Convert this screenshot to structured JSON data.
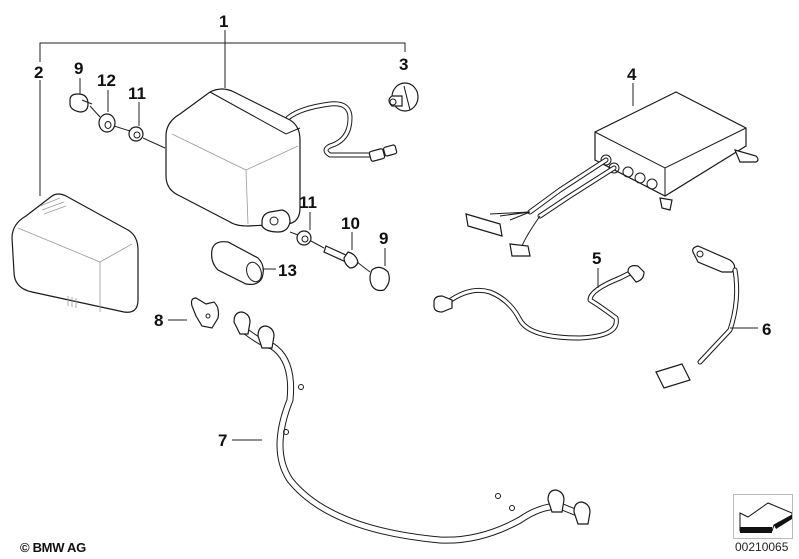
{
  "diagram": {
    "title": "Additional headlight parts diagram",
    "copyright": "© BMW AG",
    "diagram_id": "00210065",
    "nav_icon": "arrow-left-down-icon"
  },
  "callouts": [
    {
      "id": "1",
      "label": "1",
      "part": "headlight-assembly"
    },
    {
      "id": "2",
      "label": "2",
      "part": "lens-cover"
    },
    {
      "id": "3",
      "label": "3",
      "part": "bulb-socket"
    },
    {
      "id": "4",
      "label": "4",
      "part": "control-unit"
    },
    {
      "id": "5",
      "label": "5",
      "part": "cable-harness"
    },
    {
      "id": "6",
      "label": "6",
      "part": "sensor-cable"
    },
    {
      "id": "7",
      "label": "7",
      "part": "wiring-harness"
    },
    {
      "id": "8",
      "label": "8",
      "part": "bracket"
    },
    {
      "id": "9a",
      "label": "9",
      "part": "rubber-cap"
    },
    {
      "id": "12",
      "label": "12",
      "part": "grommet"
    },
    {
      "id": "11a",
      "label": "11",
      "part": "washer"
    },
    {
      "id": "11b",
      "label": "11",
      "part": "washer"
    },
    {
      "id": "10",
      "label": "10",
      "part": "bolt"
    },
    {
      "id": "9b",
      "label": "9",
      "part": "cap-nut"
    },
    {
      "id": "13",
      "label": "13",
      "part": "spacer-sleeve"
    }
  ]
}
